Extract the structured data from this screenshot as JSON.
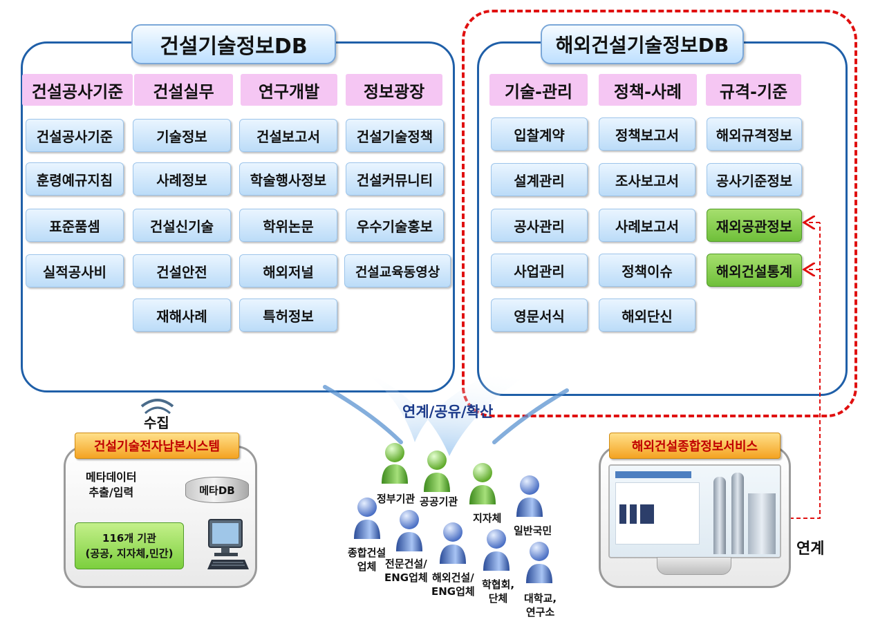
{
  "domestic_db": {
    "title": "건설기술정보DB",
    "columns": [
      {
        "header": "건설공사기준",
        "items": [
          "건설공사기준",
          "훈령예규지침",
          "표준품셈",
          "실적공사비"
        ]
      },
      {
        "header": "건설실무",
        "items": [
          "기술정보",
          "사례정보",
          "건설신기술",
          "건설안전",
          "재해사례"
        ]
      },
      {
        "header": "연구개발",
        "items": [
          "건설보고서",
          "학술행사정보",
          "학위논문",
          "해외저널",
          "특허정보"
        ]
      },
      {
        "header": "정보광장",
        "items": [
          "건설기술정책",
          "건설커뮤니티",
          "우수기술홍보",
          "건설교육동영상"
        ]
      }
    ]
  },
  "overseas_db": {
    "title": "해외건설기술정보DB",
    "columns": [
      {
        "header": "기술-관리",
        "items": [
          "입찰계약",
          "설계관리",
          "공사관리",
          "사업관리",
          "영문서식"
        ]
      },
      {
        "header": "정책-사례",
        "items": [
          "정책보고서",
          "조사보고서",
          "사례보고서",
          "정책이슈",
          "해외단신"
        ]
      },
      {
        "header": "규격-기준",
        "items": [
          "해외규격정보",
          "공사기준정보",
          "재외공관정보",
          "해외건설통계"
        ]
      }
    ],
    "highlight_color": "#78c441"
  },
  "collection_label": "수집",
  "sharing_label": "연계/공유/확산",
  "submission_system": {
    "title": "건설기술전자납본시스템",
    "metadata_label": "메타데이터\n추출/입력",
    "metadb_label": "메타DB",
    "agencies_label": "116개 기관\n(공공, 지자체,민간)"
  },
  "users": [
    {
      "label": "정부기관",
      "color": "green"
    },
    {
      "label": "공공기관",
      "color": "green"
    },
    {
      "label": "지자체",
      "color": "green"
    },
    {
      "label": "일반국민",
      "color": "blue"
    },
    {
      "label": "종합건설\n업체",
      "color": "blue"
    },
    {
      "label": "전문건설/\nENG업체",
      "color": "blue"
    },
    {
      "label": "해외건설/\nENG업체",
      "color": "blue"
    },
    {
      "label": "학협회,\n단체",
      "color": "blue"
    },
    {
      "label": "대학교,\n연구소",
      "color": "blue"
    }
  ],
  "overseas_service": {
    "title": "해외건설종합정보서비스"
  },
  "link_label": "연계",
  "colors": {
    "frame_blue": "#1f5fa8",
    "dashed_red": "#e01010",
    "category_pink": "#f5c6f3",
    "accent_orange": "#f07020"
  }
}
